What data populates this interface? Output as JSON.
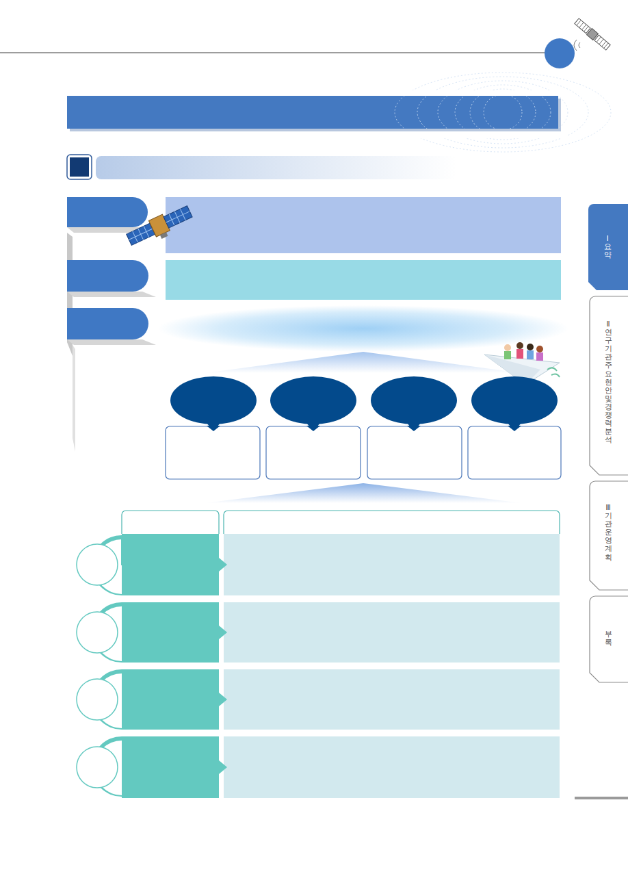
{
  "diagram": {
    "nodes": [
      {
        "text": [
          "Ⅰ 요약"
        ]
      },
      {
        "text": [
          "Ⅱ 연구기관 주요현안 및 경쟁력 분석"
        ]
      },
      {
        "text": [
          "Ⅲ 기관운영계획"
        ]
      },
      {
        "text": [
          "부록"
        ]
      }
    ]
  }
}
